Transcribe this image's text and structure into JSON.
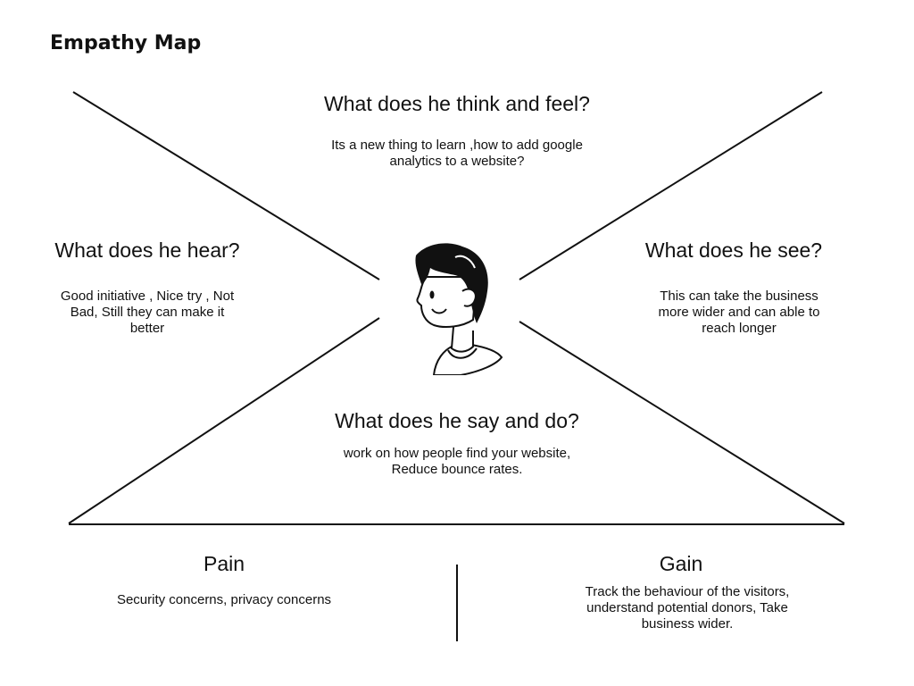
{
  "title": "Empathy Map",
  "sections": {
    "think_feel": {
      "heading": "What does he think and feel?",
      "text": "Its a new thing to learn ,how to add google analytics to a website?"
    },
    "hear": {
      "heading": "What does he hear?",
      "text": "Good initiative , Nice try , Not  Bad, Still they can make it better"
    },
    "see": {
      "heading": "What does he see?",
      "text": "This can take the business more wider and can able to reach longer"
    },
    "say_do": {
      "heading": "What does he say and do?",
      "text": "work on how people find your website, Reduce bounce rates."
    },
    "pain": {
      "heading": "Pain",
      "text": "Security concerns, privacy concerns"
    },
    "gain": {
      "heading": "Gain",
      "text": "Track the behaviour of the visitors, understand potential donors, Take business wider."
    }
  },
  "center_icon": "person-avatar-icon",
  "colors": {
    "line": "#111111",
    "background": "#ffffff",
    "text": "#111111"
  }
}
